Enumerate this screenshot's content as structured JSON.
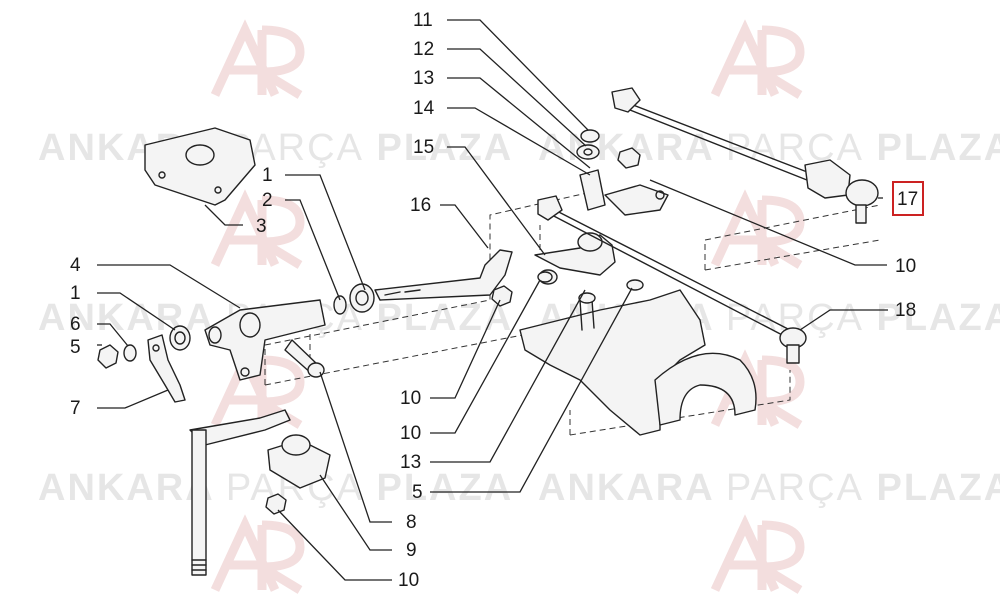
{
  "watermark": {
    "brand_word_1": "ANKARA",
    "brand_word_2": "PARÇA",
    "brand_word_3": "PLAZA",
    "logo": "ap-logo-icon",
    "color": "#e6e6e6"
  },
  "highlight_color": "#cc2222",
  "callouts": [
    {
      "id": "c11",
      "label": "11"
    },
    {
      "id": "c12",
      "label": "12"
    },
    {
      "id": "c13a",
      "label": "13"
    },
    {
      "id": "c14",
      "label": "14"
    },
    {
      "id": "c15",
      "label": "15"
    },
    {
      "id": "c16",
      "label": "16"
    },
    {
      "id": "c1a",
      "label": "1"
    },
    {
      "id": "c2",
      "label": "2"
    },
    {
      "id": "c3",
      "label": "3"
    },
    {
      "id": "c4",
      "label": "4"
    },
    {
      "id": "c1b",
      "label": "1"
    },
    {
      "id": "c6",
      "label": "6"
    },
    {
      "id": "c5a",
      "label": "5"
    },
    {
      "id": "c7",
      "label": "7"
    },
    {
      "id": "c17",
      "label": "17",
      "highlighted": true
    },
    {
      "id": "c10a",
      "label": "10"
    },
    {
      "id": "c18",
      "label": "18"
    },
    {
      "id": "c10b",
      "label": "10"
    },
    {
      "id": "c10c",
      "label": "10"
    },
    {
      "id": "c13b",
      "label": "13"
    },
    {
      "id": "c5b",
      "label": "5"
    },
    {
      "id": "c8",
      "label": "8"
    },
    {
      "id": "c9",
      "label": "9"
    },
    {
      "id": "c10d",
      "label": "10"
    }
  ]
}
